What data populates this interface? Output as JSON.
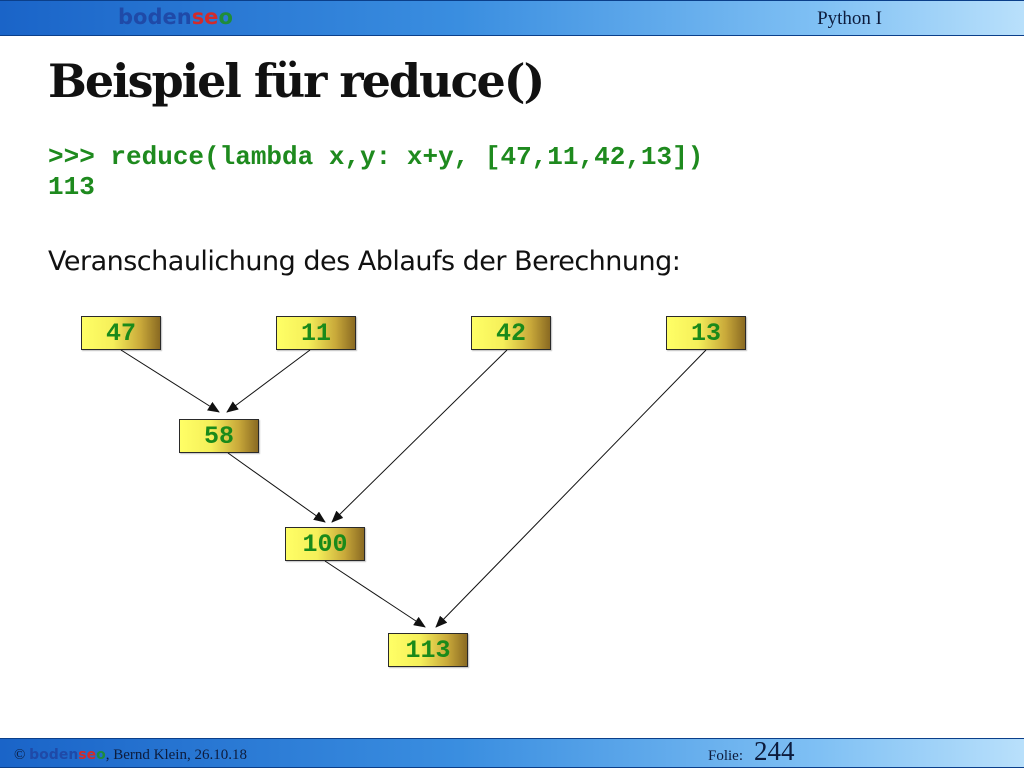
{
  "header": {
    "logo": {
      "part1": "boden",
      "part2": "se",
      "part3": "o"
    },
    "course_title": "Python I"
  },
  "slide": {
    "title": "Beispiel für reduce()",
    "code": [
      ">>> reduce(lambda x,y: x+y, [47,11,42,13])",
      "113"
    ],
    "subtitle": "Veranschaulichung des Ablaufs der Berechnung:"
  },
  "diagram": {
    "nodes": {
      "n47": "47",
      "n11": "11",
      "n42": "42",
      "n13": "13",
      "n58": "58",
      "n100": "100",
      "n113": "113"
    },
    "edges": [
      [
        "47",
        "58"
      ],
      [
        "11",
        "58"
      ],
      [
        "58",
        "100"
      ],
      [
        "42",
        "100"
      ],
      [
        "100",
        "113"
      ],
      [
        "13",
        "113"
      ]
    ]
  },
  "footer": {
    "copyright_prefix": "© ",
    "logo": {
      "part1": "boden",
      "part2": "se",
      "part3": "o"
    },
    "author_date": ", Bernd Klein, 26.10.18",
    "folie_label": "Folie:",
    "folie_number": "244"
  },
  "colors": {
    "bar_gradient_start": "#1a64c8",
    "bar_gradient_end": "#b9e0fb",
    "code_green": "#1e8a1e",
    "node_yellow": "#ffff66",
    "node_brown": "#8a6a22"
  }
}
